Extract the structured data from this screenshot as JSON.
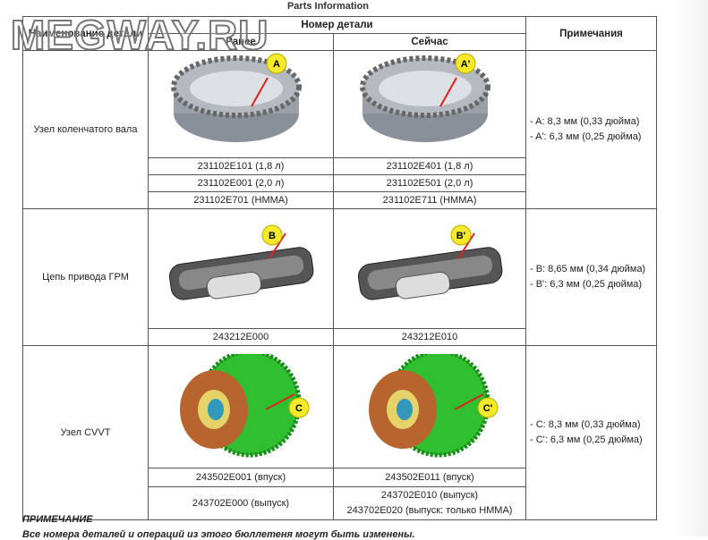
{
  "title": "Parts Information",
  "watermark": "MEGWAY.RU",
  "headers": {
    "name": "Наименование детали",
    "part_number": "Номер детали",
    "before": "Ранее",
    "now": "Сейчас",
    "notes": "Примечания"
  },
  "rows": [
    {
      "name": "Узел коленчатого вала",
      "label_before": "A",
      "label_now": "A'",
      "before": [
        "231102E101 (1,8 л)",
        "231102E001 (2,0 л)",
        "231102E701 (HMMA)"
      ],
      "now": [
        "231102E401 (1,8 л)",
        "231102E501 (2,0 л)",
        "231102E711 (HMMA)"
      ],
      "notes": [
        "- A: 8,3 мм (0,33 дюйма)",
        "- A': 6,3 мм (0,25 дюйма)"
      ]
    },
    {
      "name": "Цепь привода ГРМ",
      "label_before": "B",
      "label_now": "B'",
      "before": [
        "243212E000"
      ],
      "now": [
        "243212E010"
      ],
      "notes": [
        "- B: 8,65 мм (0,34 дюйма)",
        "- B': 6,3 мм (0,25 дюйма)"
      ]
    },
    {
      "name": "Узел CVVT",
      "label_before": "C",
      "label_now": "C'",
      "before": [
        "243502E001 (впуск)",
        "243702E000 (выпуск)"
      ],
      "now": [
        "243502E011 (впуск)",
        "243702E010 (выпуск)",
        "243702E020 (выпуск: только HMMA)"
      ],
      "notes": [
        "- C: 8,3 мм (0,33 дюйма)",
        "- C': 6,3 мм (0,25 дюйма)"
      ]
    }
  ],
  "note_heading": "ПРИМЕЧАНИЕ",
  "note_text": "Все номера деталей и операций из этого бюллетеня могут быть изменены."
}
